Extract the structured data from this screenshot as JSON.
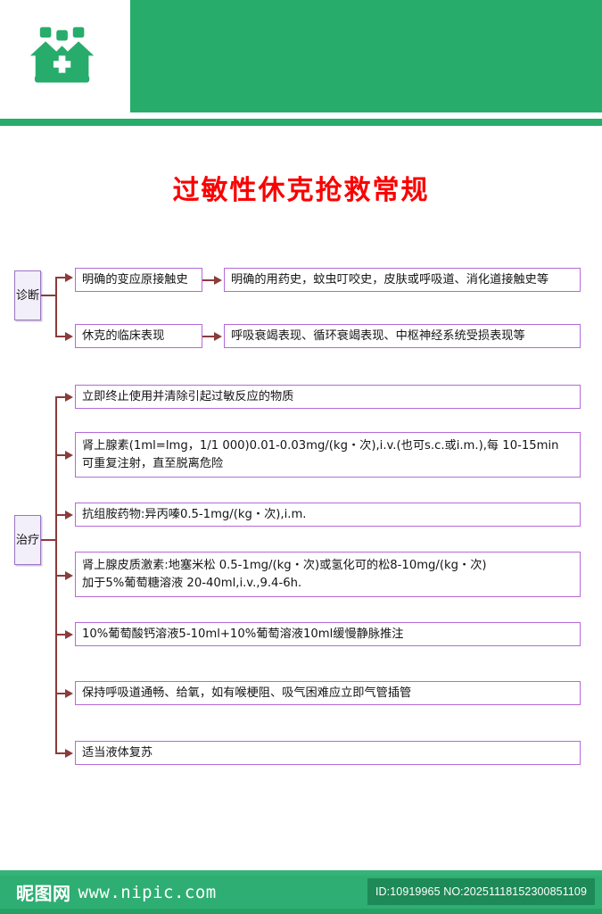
{
  "header": {
    "logo_icon": "family-house-medical-cross-icon",
    "band_color": "#27ac6c"
  },
  "title": "过敏性休克抢救常规",
  "title_color": "#fb0000",
  "flowchart": {
    "box_border_color": "#b56ad8",
    "connector_color": "#8b3b3b",
    "stages": [
      {
        "label": "诊断",
        "rows": [
          {
            "primary": "明确的变应原接触史",
            "detail": "明确的用药史，蚊虫叮咬史，皮肤或呼吸道、消化道接触史等"
          },
          {
            "primary": "休克的临床表现",
            "detail": "呼吸衰竭表现、循环衰竭表现、中枢神经系统受损表现等"
          }
        ]
      },
      {
        "label": "治疗",
        "items": [
          "立即终止使用并清除引起过敏反应的物质",
          "肾上腺素(1ml=lmg，1/1 000)0.01-0.03mg/(kg・次),i.v.(也可s.c.或i.m.),每 10-15min\n可重复注射，直至脱离危险",
          "抗组胺药物:异丙嗪0.5-1mg/(kg・次),i.m.",
          "肾上腺皮质激素:地塞米松 0.5-1mg/(kg・次)或氢化可的松8-10mg/(kg・次)\n加于5%葡萄糖溶液 20-40ml,i.v.,9.4-6h.",
          "10%葡萄酸钙溶液5-10ml+10%葡萄溶液10ml缓慢静脉推注",
          "保持呼吸道通畅、给氧，如有喉梗阻、吸气困难应立即气管插管",
          "适当液体复苏"
        ]
      }
    ]
  },
  "footer": {
    "site_name": "昵图网",
    "site_url": "www.nipic.com",
    "id_text": "ID:10919965 NO:20251118152300851109",
    "background_color": "#2eae72"
  }
}
